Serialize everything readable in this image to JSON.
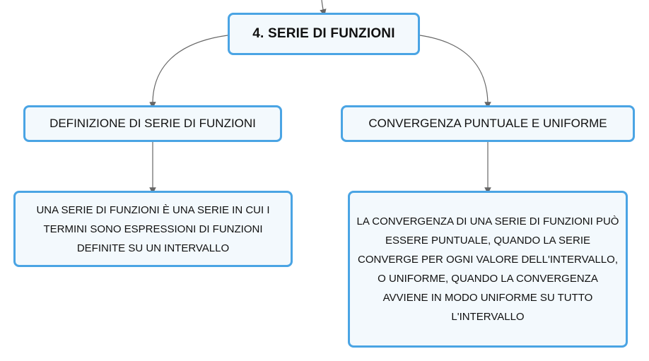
{
  "root": {
    "title": "4. SERIE DI FUNZIONI"
  },
  "branches": [
    {
      "label": "DEFINIZIONE DI SERIE DI FUNZIONI",
      "detail": "UNA SERIE DI FUNZIONI È UNA SERIE IN CUI I TERMINI SONO ESPRESSIONI DI FUNZIONI DEFINITE SU UN INTERVALLO"
    },
    {
      "label": "CONVERGENZA PUNTUALE E UNIFORME",
      "detail": "LA CONVERGENZA DI UNA SERIE DI FUNZIONI PUÒ ESSERE PUNTUALE, QUANDO LA SERIE CONVERGE PER OGNI VALORE DELL'INTERVALLO, O UNIFORME, QUANDO LA CONVERGENZA AVVIENE IN MODO UNIFORME SU TUTTO L'INTERVALLO"
    }
  ],
  "colors": {
    "node_border": "#4aa4e4",
    "node_fill": "#f3f9fd",
    "connector": "#666666"
  }
}
